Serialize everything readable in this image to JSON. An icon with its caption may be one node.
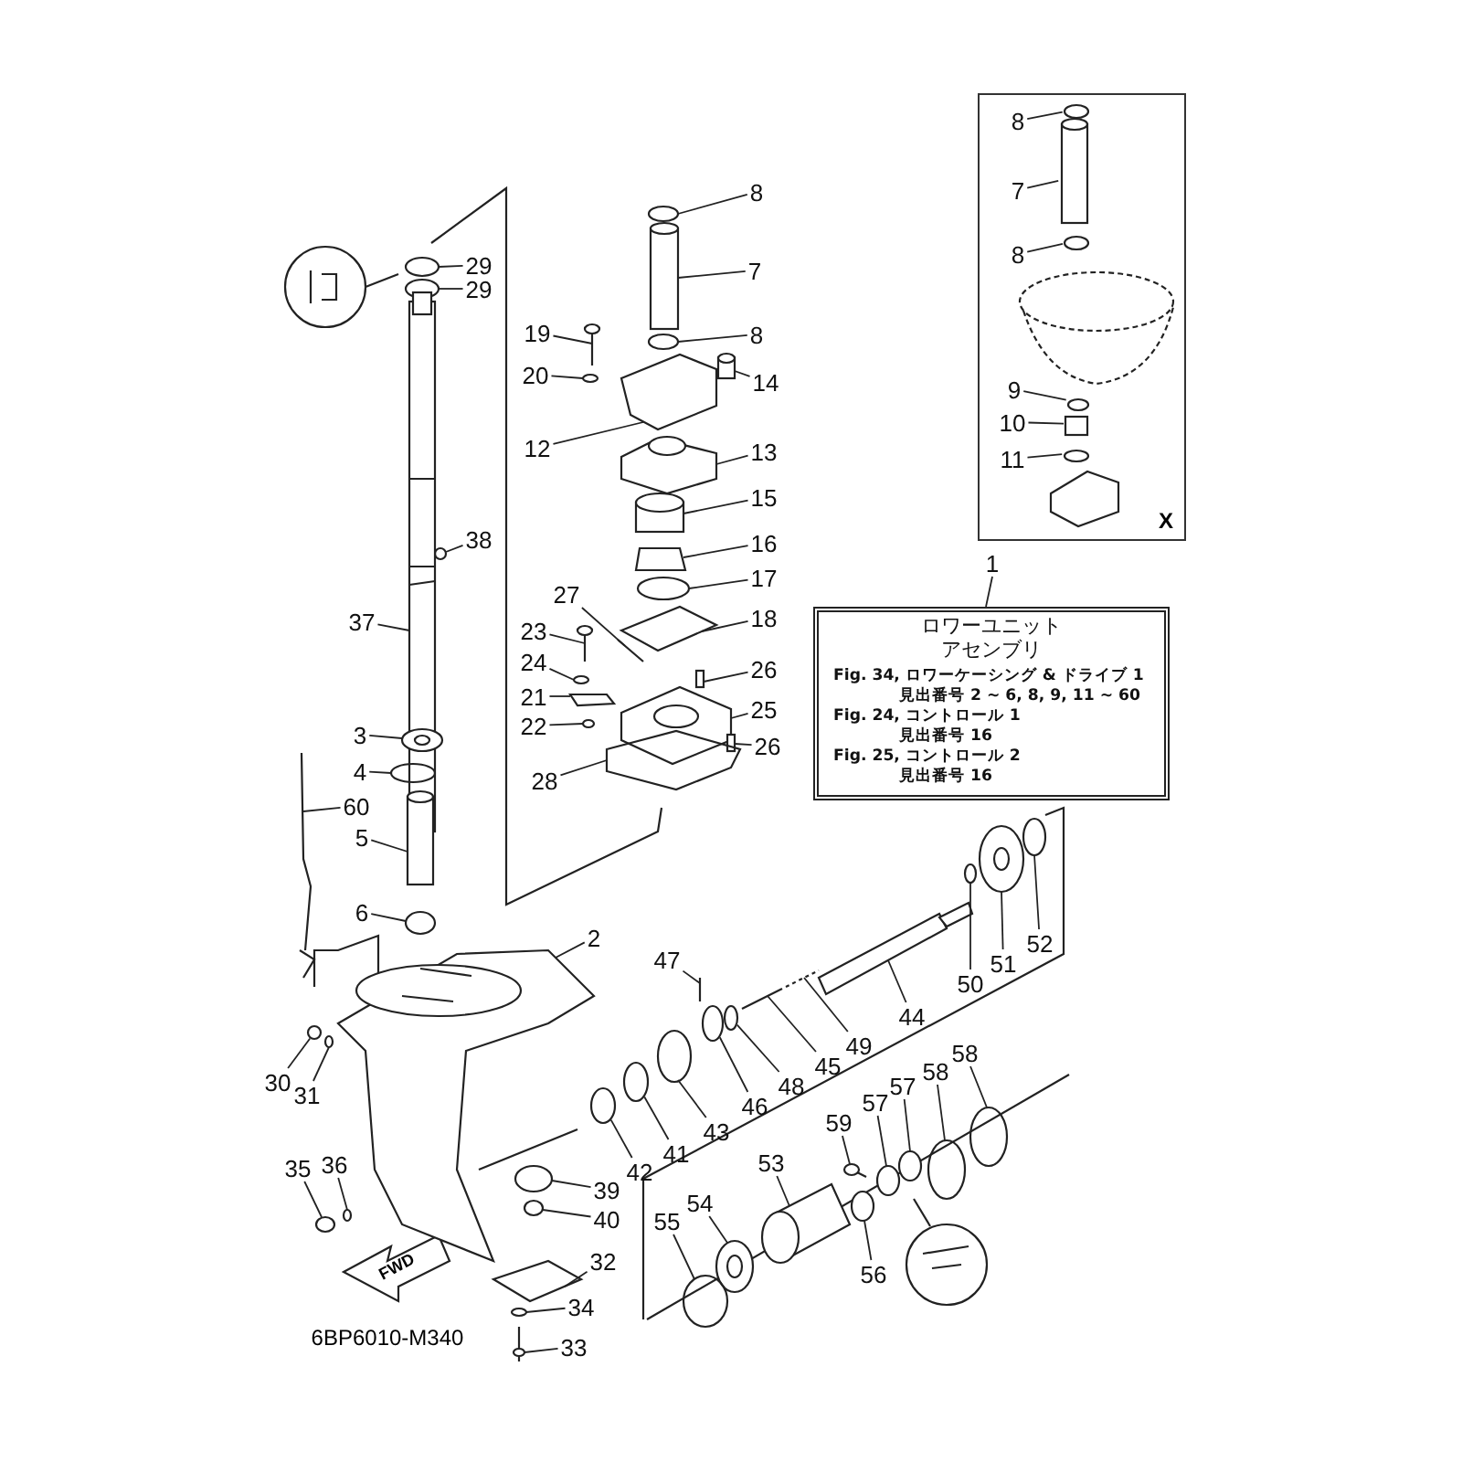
{
  "diagram": {
    "nodes": [
      {
        "text": [
          "X"
        ]
      },
      {
        "text": [
          "8"
        ],
        "in": 0
      },
      {
        "text": [
          "7"
        ],
        "in": 0
      },
      {
        "text": [
          "8"
        ],
        "in": 0
      },
      {
        "text": [
          "9"
        ],
        "in": 0
      },
      {
        "text": [
          "10"
        ],
        "in": 0
      },
      {
        "text": [
          "11"
        ],
        "in": 0
      },
      {
        "text": [
          "1"
        ]
      },
      {
        "text": [
          "ロワーユニット",
          "アセンブリ",
          "Fig. 34, ロワーケーシング & ドライブ 1",
          "見出番号 2 ~ 6, 8, 9, 11 ~ 60",
          "Fig. 24, コントロール 1",
          "見出番号 16",
          "Fig. 25, コントロール 2",
          "見出番号 16"
        ]
      },
      {
        "text": [
          "29"
        ]
      },
      {
        "text": [
          "29"
        ]
      },
      {
        "text": [
          "8"
        ]
      },
      {
        "text": [
          "7"
        ]
      },
      {
        "text": [
          "19"
        ]
      },
      {
        "text": [
          "8"
        ]
      },
      {
        "text": [
          "14"
        ]
      },
      {
        "text": [
          "20"
        ]
      },
      {
        "text": [
          "12"
        ]
      },
      {
        "text": [
          "13"
        ]
      },
      {
        "text": [
          "15"
        ]
      },
      {
        "text": [
          "38"
        ]
      },
      {
        "text": [
          "16"
        ]
      },
      {
        "text": [
          "17"
        ]
      },
      {
        "text": [
          "27"
        ]
      },
      {
        "text": [
          "18"
        ]
      },
      {
        "text": [
          "37"
        ]
      },
      {
        "text": [
          "23"
        ]
      },
      {
        "text": [
          "24"
        ]
      },
      {
        "text": [
          "26"
        ]
      },
      {
        "text": [
          "21"
        ]
      },
      {
        "text": [
          "25"
        ]
      },
      {
        "text": [
          "22"
        ]
      },
      {
        "text": [
          "3"
        ]
      },
      {
        "text": [
          "26"
        ]
      },
      {
        "text": [
          "4"
        ]
      },
      {
        "text": [
          "28"
        ]
      },
      {
        "text": [
          "60"
        ]
      },
      {
        "text": [
          "5"
        ]
      },
      {
        "text": [
          "6"
        ]
      },
      {
        "text": [
          "2"
        ]
      },
      {
        "text": [
          "52"
        ]
      },
      {
        "text": [
          "47"
        ]
      },
      {
        "text": [
          "51"
        ]
      },
      {
        "text": [
          "50"
        ]
      },
      {
        "text": [
          "44"
        ]
      },
      {
        "text": [
          "49"
        ]
      },
      {
        "text": [
          "58"
        ]
      },
      {
        "text": [
          "45"
        ]
      },
      {
        "text": [
          "58"
        ]
      },
      {
        "text": [
          "30"
        ]
      },
      {
        "text": [
          "48"
        ]
      },
      {
        "text": [
          "57"
        ]
      },
      {
        "text": [
          "31"
        ]
      },
      {
        "text": [
          "57"
        ]
      },
      {
        "text": [
          "46"
        ]
      },
      {
        "text": [
          "59"
        ]
      },
      {
        "text": [
          "43"
        ]
      },
      {
        "text": [
          "41"
        ]
      },
      {
        "text": [
          "53"
        ]
      },
      {
        "text": [
          "36"
        ]
      },
      {
        "text": [
          "35"
        ]
      },
      {
        "text": [
          "42"
        ]
      },
      {
        "text": [
          "39"
        ]
      },
      {
        "text": [
          "54"
        ]
      },
      {
        "text": [
          "40"
        ]
      },
      {
        "text": [
          "55"
        ]
      },
      {
        "text": [
          "32"
        ]
      },
      {
        "text": [
          "56"
        ]
      },
      {
        "text": [
          "34"
        ]
      },
      {
        "text": [
          "33"
        ]
      },
      {
        "text": [],
        "shape": "circle",
        "in": 0
      },
      {
        "text": [],
        "shape": "circle",
        "in": 0
      },
      {
        "text": [],
        "shape": "circle",
        "in": 0
      },
      {
        "text": [],
        "shape": "cylinder",
        "in": 0
      },
      {
        "text": [],
        "shape": "circle",
        "in": 0
      },
      {
        "text": [],
        "shape": "circle"
      },
      {
        "text": [],
        "shape": "circle"
      },
      {
        "text": [],
        "shape": "circle"
      },
      {
        "text": [],
        "shape": "circle"
      },
      {
        "text": [],
        "shape": "circle"
      },
      {
        "text": [],
        "shape": "circle"
      },
      {
        "text": [],
        "shape": "circle"
      },
      {
        "text": [],
        "shape": "circle"
      },
      {
        "text": [],
        "shape": "cylinder"
      },
      {
        "text": [],
        "shape": "bolt"
      },
      {
        "text": [],
        "shape": "circle"
      },
      {
        "text": [],
        "shape": "cylinder"
      },
      {
        "text": [],
        "shape": "circle"
      },
      {
        "text": [],
        "shape": "box"
      },
      {
        "text": [],
        "shape": "box"
      },
      {
        "text": [],
        "shape": "cylinder"
      },
      {
        "text": [],
        "shape": "circle"
      },
      {
        "text": [],
        "shape": "box"
      },
      {
        "text": [],
        "shape": "circle"
      },
      {
        "text": [],
        "shape": "bar"
      },
      {
        "text": [],
        "shape": "box"
      },
      {
        "text": [],
        "shape": "bar"
      },
      {
        "text": [],
        "shape": "bolt"
      },
      {
        "text": [],
        "shape": "circle"
      },
      {
        "text": [],
        "shape": "bar"
      },
      {
        "text": [],
        "shape": "box"
      },
      {
        "text": [],
        "shape": "box"
      },
      {
        "text": [],
        "shape": "circle"
      },
      {
        "text": [],
        "shape": "circle"
      },
      {
        "text": [],
        "shape": "bar"
      },
      {
        "text": [],
        "shape": "circle"
      },
      {
        "text": [],
        "shape": "box"
      },
      {
        "text": [],
        "shape": "bar"
      },
      {
        "text": [],
        "shape": "cylinder"
      },
      {
        "text": [],
        "shape": "circle"
      },
      {
        "text": [],
        "shape": "box"
      },
      {
        "text": [],
        "shape": "circle"
      },
      {
        "text": [],
        "shape": "bar"
      },
      {
        "text": [],
        "shape": "circle"
      },
      {
        "text": [],
        "shape": "circle"
      },
      {
        "text": [],
        "shape": "bar"
      },
      {
        "text": [],
        "shape": "bar"
      },
      {
        "text": [],
        "shape": "circle"
      },
      {
        "text": [],
        "shape": "bar"
      },
      {
        "text": [],
        "shape": "circle"
      },
      {
        "text": [],
        "shape": "circle"
      },
      {
        "text": [],
        "shape": "circle"
      },
      {
        "text": [],
        "shape": "circle"
      },
      {
        "text": [],
        "shape": "bolt"
      },
      {
        "text": [],
        "shape": "circle"
      },
      {
        "text": [],
        "shape": "box"
      },
      {
        "text": [],
        "shape": "circle"
      },
      {
        "text": [],
        "shape": "circle"
      },
      {
        "text": [],
        "shape": "circle"
      },
      {
        "text": [],
        "shape": "circle"
      },
      {
        "text": [],
        "shape": "circle"
      },
      {
        "text": [],
        "shape": "circle"
      },
      {
        "text": [],
        "shape": "box"
      },
      {
        "text": [],
        "shape": "circle"
      },
      {
        "text": [],
        "shape": "circle"
      },
      {
        "text": [],
        "shape": "bolt"
      }
    ],
    "edges": [
      {
        "from": 1,
        "to": 70,
        "arrow": "none"
      },
      {
        "from": 2,
        "to": null,
        "arrow": "none"
      },
      {
        "from": 3,
        "to": 71,
        "arrow": "none"
      },
      {
        "from": 4,
        "to": 72,
        "arrow": "none"
      },
      {
        "from": 5,
        "to": 73,
        "arrow": "none"
      },
      {
        "from": 6,
        "to": 74,
        "arrow": "none"
      },
      {
        "from": 7,
        "to": 8,
        "arrow": "none"
      },
      {
        "from": 9,
        "to": 80,
        "arrow": "none"
      },
      {
        "from": 10,
        "to": 81,
        "arrow": "none"
      },
      {
        "from": 11,
        "to": 82,
        "arrow": "none"
      },
      {
        "from": 12,
        "to": 83,
        "arrow": "none"
      },
      {
        "from": 13,
        "to": 84,
        "arrow": "none"
      },
      {
        "from": 14,
        "to": 85,
        "arrow": "none"
      },
      {
        "from": 15,
        "to": 86,
        "arrow": "none"
      },
      {
        "from": 16,
        "to": 87,
        "arrow": "none"
      },
      {
        "from": 17,
        "to": 88,
        "arrow": "none"
      },
      {
        "from": 18,
        "to": 89,
        "arrow": "none"
      },
      {
        "from": 19,
        "to": 90,
        "arrow": "none"
      },
      {
        "from": 20,
        "to": 91,
        "arrow": "none"
      },
      {
        "from": 21,
        "to": 92,
        "arrow": "none"
      },
      {
        "from": 22,
        "to": 93,
        "arrow": "none"
      },
      {
        "from": 23,
        "to": 94,
        "arrow": "none"
      },
      {
        "from": 24,
        "to": 95,
        "arrow": "none"
      },
      {
        "from": 25,
        "to": 96,
        "arrow": "none"
      },
      {
        "from": 26,
        "to": 97,
        "arrow": "none"
      },
      {
        "from": 27,
        "to": 98,
        "arrow": "none"
      },
      {
        "from": 28,
        "to": 99,
        "arrow": "none"
      },
      {
        "from": 29,
        "to": 100,
        "arrow": "none"
      },
      {
        "from": 30,
        "to": 101,
        "arrow": "none"
      },
      {
        "from": 31,
        "to": 102,
        "arrow": "none"
      },
      {
        "from": 32,
        "to": 103,
        "arrow": "none"
      },
      {
        "from": 33,
        "to": 104,
        "arrow": "none"
      },
      {
        "from": 34,
        "to": 105,
        "arrow": "none"
      },
      {
        "from": 35,
        "to": 106,
        "arrow": "none"
      },
      {
        "from": 36,
        "to": 107,
        "arrow": "none"
      },
      {
        "from": 37,
        "to": 108,
        "arrow": "none"
      },
      {
        "from": 38,
        "to": 109,
        "arrow": "none"
      },
      {
        "from": 39,
        "to": 110,
        "arrow": "none"
      },
      {
        "from": 40,
        "to": 111,
        "arrow": "none"
      },
      {
        "from": 41,
        "to": 112,
        "arrow": "none"
      },
      {
        "from": 42,
        "to": 113,
        "arrow": "none"
      },
      {
        "from": 43,
        "to": 114,
        "arrow": "none"
      },
      {
        "from": 44,
        "to": 115,
        "arrow": "none"
      },
      {
        "from": 45,
        "to": 116,
        "arrow": "none"
      },
      {
        "from": 46,
        "to": 117,
        "arrow": "none"
      },
      {
        "from": 47,
        "to": 118,
        "arrow": "none"
      },
      {
        "from": 48,
        "to": 119,
        "arrow": "none"
      },
      {
        "from": 49,
        "to": 75,
        "arrow": "none"
      },
      {
        "from": 50,
        "to": 76,
        "arrow": "none"
      },
      {
        "from": 51,
        "to": 120,
        "arrow": "none"
      },
      {
        "from": 52,
        "to": 121,
        "arrow": "none"
      },
      {
        "from": 53,
        "to": 122,
        "arrow": "none"
      },
      {
        "from": 54,
        "to": 77,
        "arrow": "none"
      },
      {
        "from": 55,
        "to": 123,
        "arrow": "none"
      },
      {
        "from": 56,
        "to": 124,
        "arrow": "none"
      },
      {
        "from": 57,
        "to": 78,
        "arrow": "none"
      },
      {
        "from": 58,
        "to": 125,
        "arrow": "none"
      },
      {
        "from": 59,
        "to": 126,
        "arrow": "none"
      },
      {
        "from": 60,
        "to": 127,
        "arrow": "none"
      },
      {
        "from": 61,
        "to": 79,
        "arrow": "none"
      },
      {
        "from": 62,
        "to": 128,
        "arrow": "none"
      },
      {
        "from": 63,
        "to": 129,
        "arrow": "none"
      },
      {
        "from": 64,
        "to": 130,
        "arrow": "none"
      },
      {
        "from": 65,
        "to": 131,
        "arrow": "none"
      },
      {
        "from": 66,
        "to": 132,
        "arrow": "none"
      },
      {
        "from": 67,
        "to": 133,
        "arrow": "none"
      },
      {
        "from": 68,
        "to": 134,
        "arrow": "none"
      },
      {
        "from": 69,
        "to": 135,
        "arrow": "none"
      }
    ],
    "labels": [
      "FWD",
      "6BP6010-M340"
    ]
  }
}
